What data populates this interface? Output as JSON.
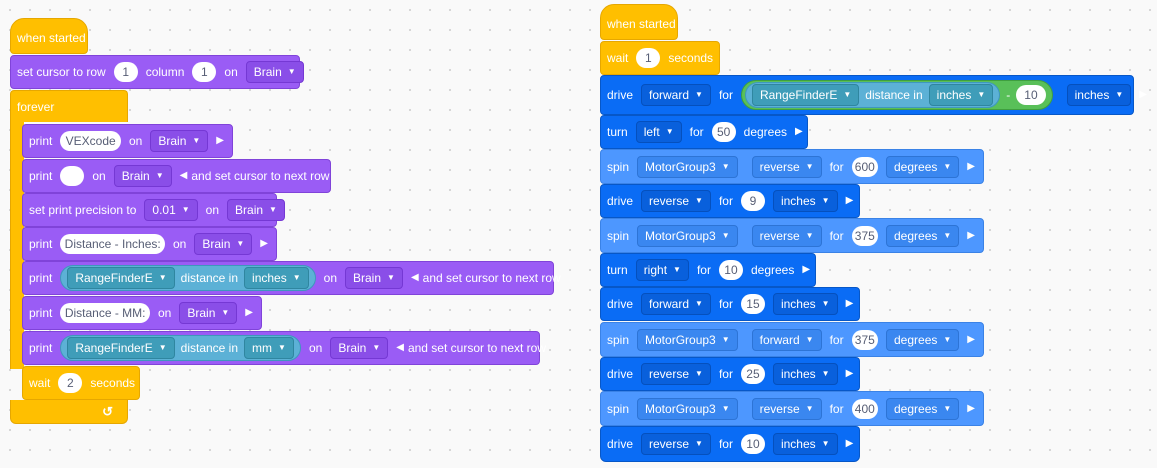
{
  "script1": {
    "hat": "when started",
    "set_cursor": {
      "label": "set cursor to row",
      "row": "1",
      "col_label": "column",
      "col": "1",
      "on": "on",
      "device": "Brain"
    },
    "forever": "forever",
    "print1": {
      "label": "print",
      "text": "VEXcode",
      "on": "on",
      "device": "Brain"
    },
    "print2": {
      "label": "print",
      "text": "",
      "on": "on",
      "device": "Brain",
      "suffix": "and set cursor to next row"
    },
    "precision": {
      "label": "set print precision to",
      "value": "0.01",
      "on": "on",
      "device": "Brain"
    },
    "print3": {
      "label": "print",
      "text": "Distance - Inches:",
      "on": "on",
      "device": "Brain"
    },
    "print4": {
      "label": "print",
      "sensor": "RangeFinderE",
      "dist": "distance in",
      "unit": "inches",
      "on": "on",
      "device": "Brain",
      "suffix": "and set cursor to next row"
    },
    "print5": {
      "label": "print",
      "text": "Distance - MM:",
      "on": "on",
      "device": "Brain"
    },
    "print6": {
      "label": "print",
      "sensor": "RangeFinderE",
      "dist": "distance in",
      "unit": "mm",
      "on": "on",
      "device": "Brain",
      "suffix": "and set cursor to next row"
    },
    "wait": {
      "label": "wait",
      "value": "2",
      "unit": "seconds"
    },
    "loop_icon": "loop-arrow-icon"
  },
  "script2": {
    "hat": "when started",
    "wait": {
      "label": "wait",
      "value": "1",
      "unit": "seconds"
    },
    "drive1": {
      "label": "drive",
      "dir": "forward",
      "for": "for",
      "sensor": "RangeFinderE",
      "dist": "distance in",
      "unit": "inches",
      "op": "-",
      "value": "10",
      "unit2": "inches"
    },
    "turn1": {
      "label": "turn",
      "dir": "left",
      "for": "for",
      "value": "50",
      "unit": "degrees"
    },
    "spin1": {
      "label": "spin",
      "motor": "MotorGroup3",
      "dir": "reverse",
      "for": "for",
      "value": "600",
      "unit": "degrees"
    },
    "drive2": {
      "label": "drive",
      "dir": "reverse",
      "for": "for",
      "value": "9",
      "unit": "inches"
    },
    "spin2": {
      "label": "spin",
      "motor": "MotorGroup3",
      "dir": "reverse",
      "for": "for",
      "value": "375",
      "unit": "degrees"
    },
    "turn2": {
      "label": "turn",
      "dir": "right",
      "for": "for",
      "value": "10",
      "unit": "degrees"
    },
    "drive3": {
      "label": "drive",
      "dir": "forward",
      "for": "for",
      "value": "15",
      "unit": "inches"
    },
    "spin3": {
      "label": "spin",
      "motor": "MotorGroup3",
      "dir": "forward",
      "for": "for",
      "value": "375",
      "unit": "degrees"
    },
    "drive4": {
      "label": "drive",
      "dir": "reverse",
      "for": "for",
      "value": "25",
      "unit": "inches"
    },
    "spin4": {
      "label": "spin",
      "motor": "MotorGroup3",
      "dir": "reverse",
      "for": "for",
      "value": "400",
      "unit": "degrees"
    },
    "drive5": {
      "label": "drive",
      "dir": "reverse",
      "for": "for",
      "value": "10",
      "unit": "inches"
    }
  },
  "colors": {
    "control": "#ffbf00",
    "looks": "#9a5cf5",
    "drivetrain": "#0a6cf5",
    "motion": "#4d97ff",
    "sensing": "#5cb1d6",
    "operators": "#59c059"
  }
}
